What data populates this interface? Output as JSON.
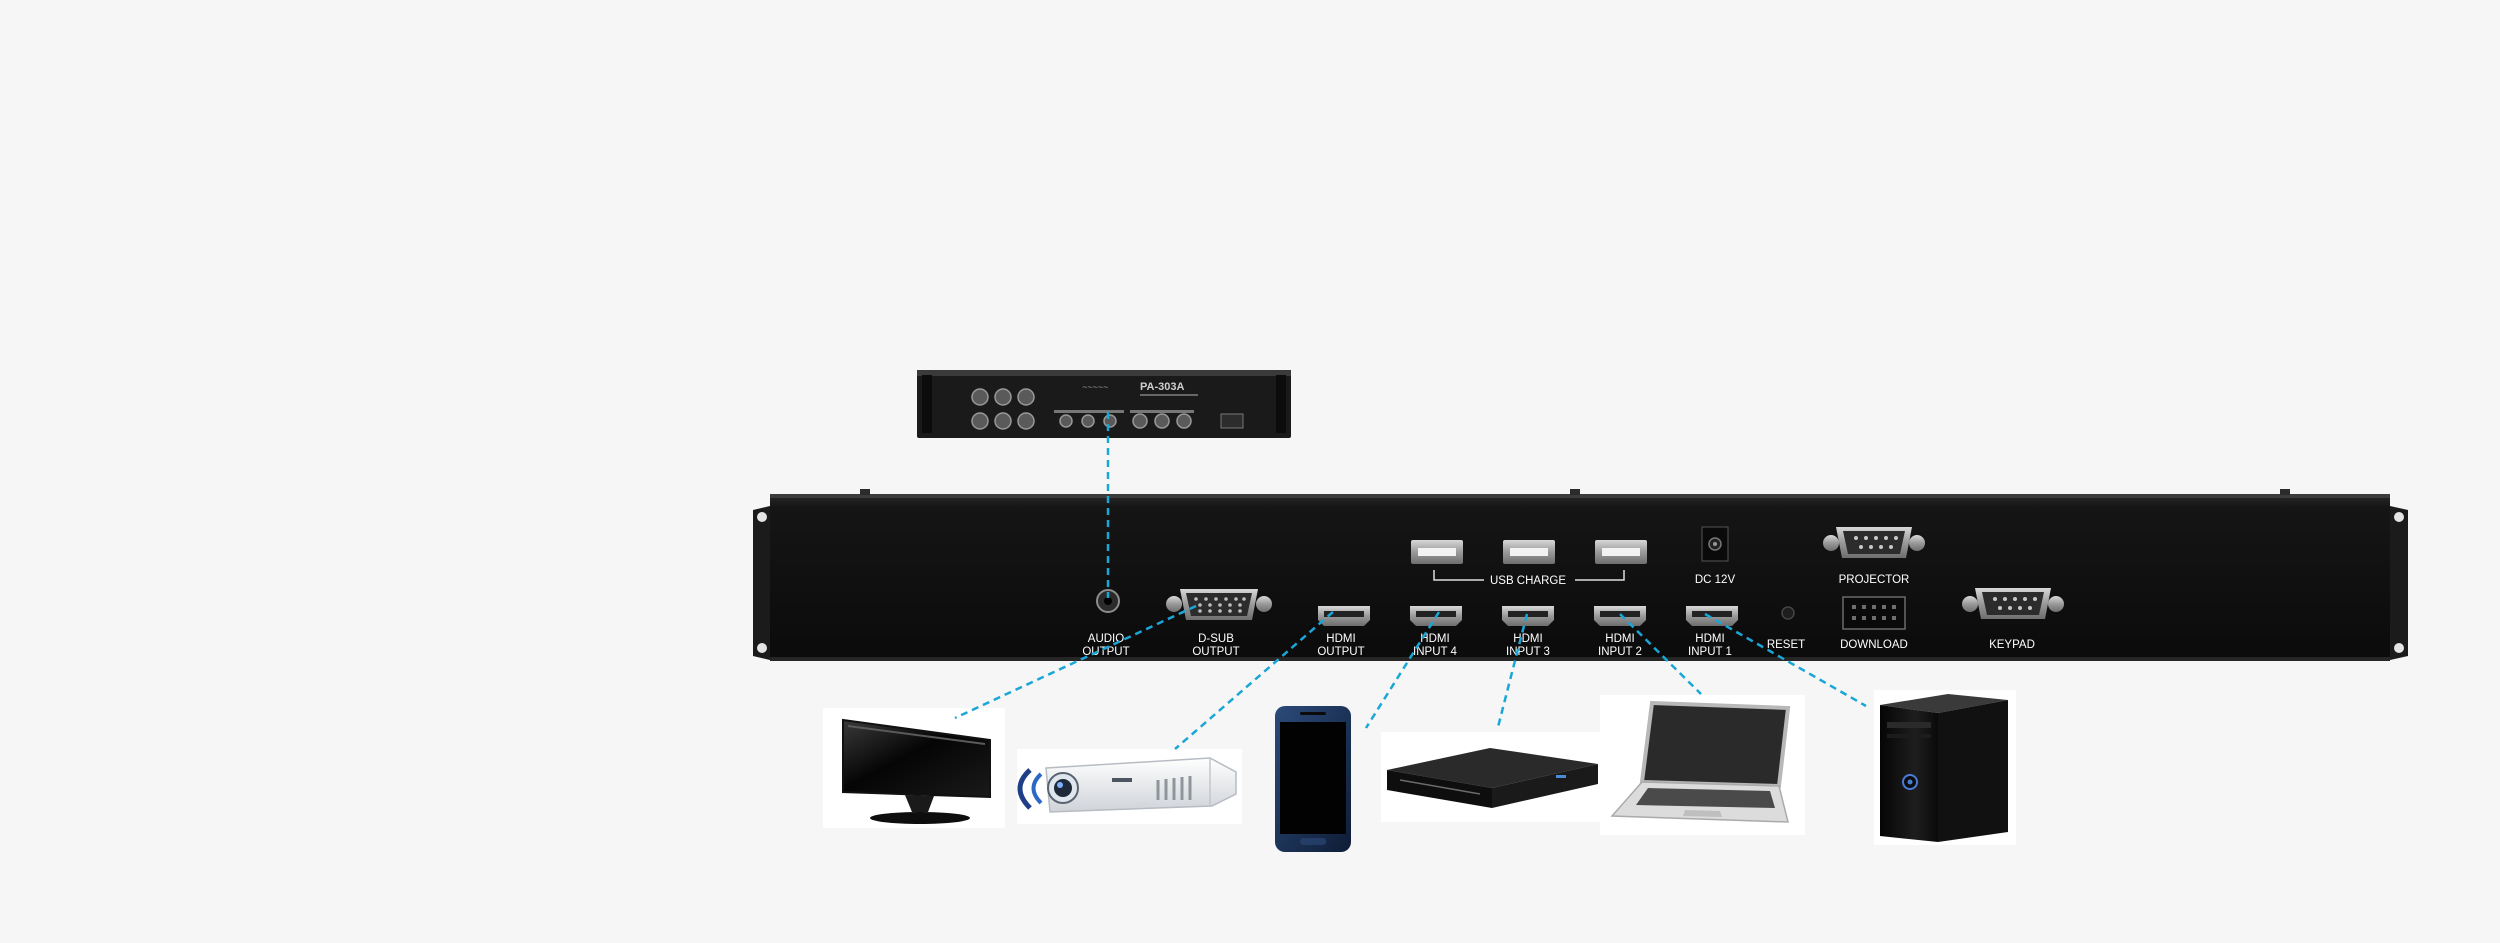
{
  "panel": {
    "ports": {
      "audio_output": [
        "AUDIO",
        "OUTPUT"
      ],
      "dsub_output": [
        "D-SUB",
        "OUTPUT"
      ],
      "hdmi_output": [
        "HDMI",
        "OUTPUT"
      ],
      "hdmi_input_4": [
        "HDMI",
        "INPUT  4"
      ],
      "hdmi_input_3": [
        "HDMI",
        "INPUT  3"
      ],
      "hdmi_input_2": [
        "HDMI",
        "INPUT  2"
      ],
      "hdmi_input_1": [
        "HDMI",
        "INPUT  1"
      ],
      "usb_charge": "USB  CHARGE",
      "dc_12v": "DC  12V",
      "projector": "PROJECTOR",
      "reset": "RESET",
      "download": "DOWNLOAD",
      "keypad": "KEYPAD"
    }
  },
  "amplifier": {
    "model": "PA-303A"
  },
  "colors": {
    "background": "#f6f6f6",
    "chassis": "#141414",
    "cable": "#1aa6d6"
  },
  "icons": [
    "audio-amplifier-icon",
    "monitor-icon",
    "projector-icon",
    "smartphone-icon",
    "bluray-player-icon",
    "laptop-icon",
    "desktop-pc-icon"
  ]
}
